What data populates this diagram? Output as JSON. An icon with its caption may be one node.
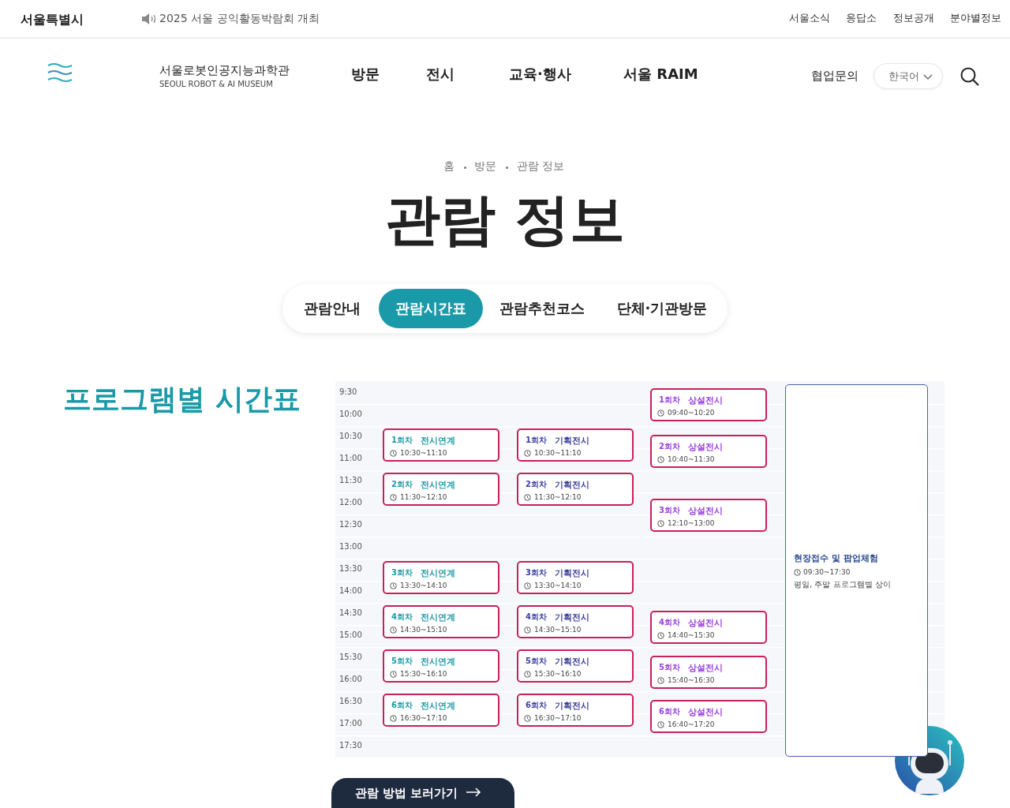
{
  "diagram": {
    "title": "관람 정보",
    "nodes": [
      {
        "text": [
          "1회차",
          "상설전시",
          "09:40~10:20"
        ]
      },
      {
        "text": [
          "1회차",
          "전시연계",
          "10:30~11:10"
        ]
      },
      {
        "text": [
          "1회차",
          "기획전시",
          "10:30~11:10"
        ]
      },
      {
        "text": [
          "2회차",
          "상설전시",
          "10:40~11:30"
        ]
      },
      {
        "text": [
          "2회차",
          "전시연계",
          "11:30~12:10"
        ]
      },
      {
        "text": [
          "2회차",
          "기획전시",
          "11:30~12:10"
        ]
      },
      {
        "text": [
          "3회차",
          "상설전시",
          "12:10~13:00"
        ]
      },
      {
        "text": [
          "3회차",
          "전시연계",
          "13:30~14:10"
        ]
      },
      {
        "text": [
          "3회차",
          "기획전시",
          "13:30~14:10"
        ]
      },
      {
        "text": [
          "4회차",
          "전시연계",
          "14:30~15:10"
        ]
      },
      {
        "text": [
          "4회차",
          "기획전시",
          "14:30~15:10"
        ]
      },
      {
        "text": [
          "4회차",
          "상설전시",
          "14:40~15:30"
        ]
      },
      {
        "text": [
          "5회차",
          "전시연계",
          "15:30~16:10"
        ]
      },
      {
        "text": [
          "5회차",
          "기획전시",
          "15:30~16:10"
        ]
      },
      {
        "text": [
          "5회차",
          "상설전시",
          "15:40~16:30"
        ]
      },
      {
        "text": [
          "6회차",
          "전시연계",
          "16:30~17:10"
        ]
      },
      {
        "text": [
          "6회차",
          "기획전시",
          "16:30~17:10"
        ]
      },
      {
        "text": [
          "6회차",
          "상설전시",
          "16:40~17:20"
        ]
      },
      {
        "text": [
          "현장접수 및 팝업체험",
          "09:30~17:30",
          "평일, 주말 프로그램별 상이"
        ]
      }
    ],
    "labels": [
      "서울특별시",
      "2025 서울 공익활동박람회 개최",
      "서울소식",
      "응답소",
      "정보공개",
      "분야별정보",
      "서울로봇인공지능과학관",
      "SEOUL ROBOT & AI MUSEUM",
      "방문",
      "전시",
      "교육·행사",
      "서울 RAIM",
      "협업문의",
      "한국어",
      "홈",
      "방문",
      "관람 정보",
      "관람안내",
      "관람시간표",
      "관람추천코스",
      "단체·기관방문",
      "프로그램별 시간표",
      "9:30",
      "10:00",
      "10:30",
      "11:00",
      "11:30",
      "12:00",
      "12:30",
      "13:00",
      "13:30",
      "14:00",
      "14:30",
      "15:00",
      "15:30",
      "16:00",
      "16:30",
      "17:00",
      "17:30",
      "관람 방법 보러가기"
    ]
  }
}
